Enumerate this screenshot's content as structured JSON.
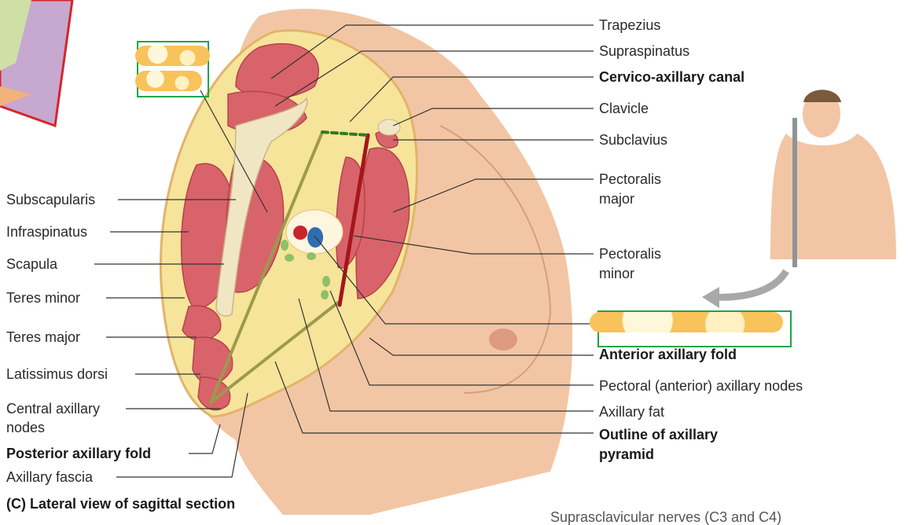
{
  "figure": {
    "caption": "(C) Lateral view of sagittal section",
    "bottom_text": "Suprasclavicular nerves (C3 and C4)"
  },
  "labels": {
    "trapezius": "Trapezius",
    "supraspinatus": "Supraspinatus",
    "cervico_axillary_canal": "Cervico-axillary canal",
    "clavicle": "Clavicle",
    "subclavius": "Subclavius",
    "pectoralis_major_1": "Pectoralis",
    "pectoralis_major_2": "major",
    "pectoralis_minor_1": "Pectoralis",
    "pectoralis_minor_2": "minor",
    "anterior_axillary_fold": "Anterior axillary fold",
    "pectoral_nodes": "Pectoral (anterior) axillary nodes",
    "axillary_fat": "Axillary fat",
    "outline_pyramid_1": "Outline of axillary",
    "outline_pyramid_2": "pyramid",
    "subscapularis": "Subscapularis",
    "infraspinatus": "Infraspinatus",
    "scapula": "Scapula",
    "teres_minor": "Teres minor",
    "teres_major": "Teres major",
    "latissimus_dorsi": "Latissimus dorsi",
    "central_nodes_1": "Central axillary",
    "central_nodes_2": "nodes",
    "posterior_axillary_fold": "Posterior axillary fold",
    "axillary_fascia": "Axillary fascia"
  },
  "colors": {
    "skin": "#f2c6a4",
    "fat": "#f6e49a",
    "muscle": "#d9636a",
    "bone": "#f1e6c4",
    "artery": "#c8242b",
    "vein": "#2f6db3",
    "node": "#8fbf6a",
    "mask_border": "#1aa64a",
    "leader": "#333333"
  }
}
